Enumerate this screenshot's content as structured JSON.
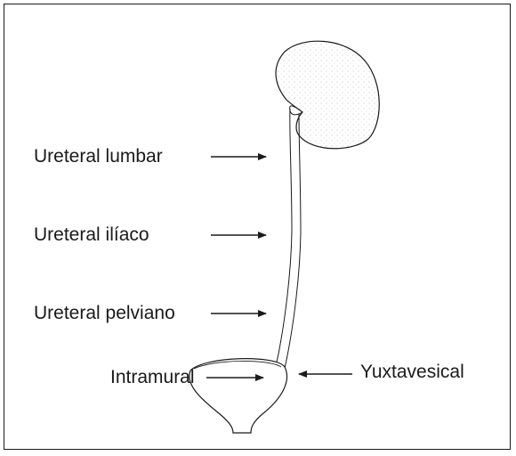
{
  "diagram": {
    "labels": {
      "lumbar": "Ureteral lumbar",
      "iliaco": "Ureteral ilíaco",
      "pelviano": "Ureteral pelviano",
      "intramural": "Intramural",
      "yuxtavesical": "Yuxtavesical"
    },
    "colors": {
      "line": "#1a1a1a",
      "background": "#ffffff"
    }
  }
}
